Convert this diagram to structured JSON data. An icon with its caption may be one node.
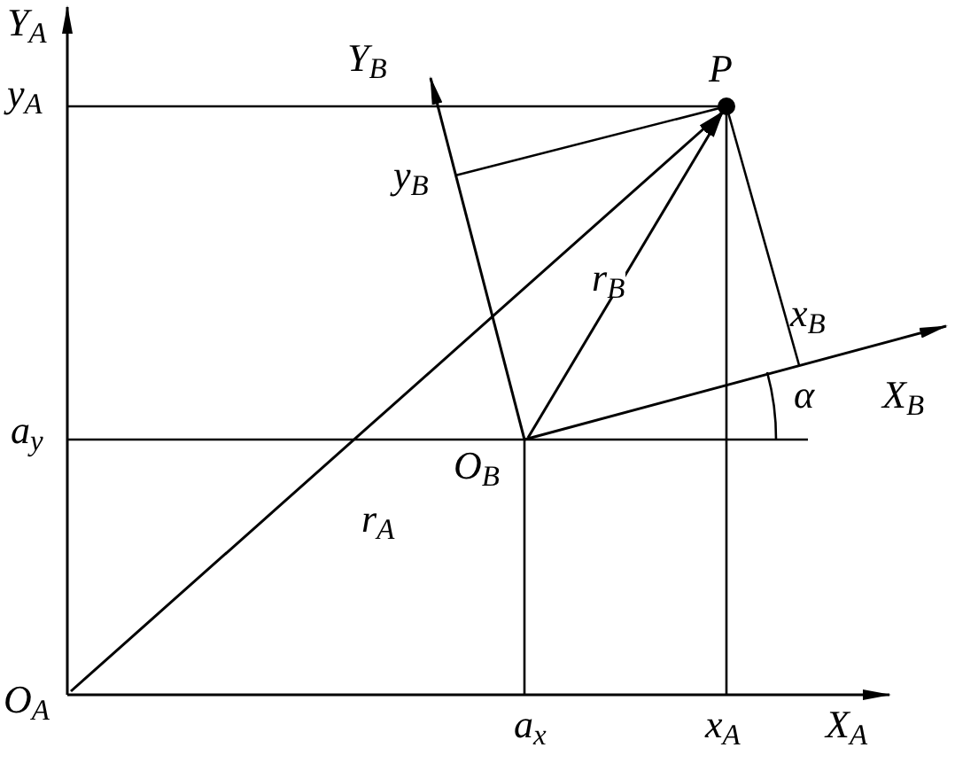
{
  "diagram": {
    "nodes": [
      {
        "text": [
          "O$_{A}$"
        ]
      },
      {
        "text": [
          "O$_{B}$"
        ]
      },
      {
        "text": [
          "P"
        ]
      }
    ],
    "edges": [
      {
        "from": 0,
        "to": 2,
        "arrow": "to",
        "label": "r$_{A}$"
      },
      {
        "from": 1,
        "to": 2,
        "arrow": "to",
        "label": "r$_{B}$"
      }
    ],
    "labels": [
      "Y$_{A}$",
      "y$_{A}$",
      "Y$_{B}$",
      "y$_{B}$",
      "x$_{B}$",
      "α",
      "X$_{B}$",
      "a$_{y}$",
      "a$_{x}$",
      "x$_{A}$",
      "X$_{A}$"
    ]
  }
}
